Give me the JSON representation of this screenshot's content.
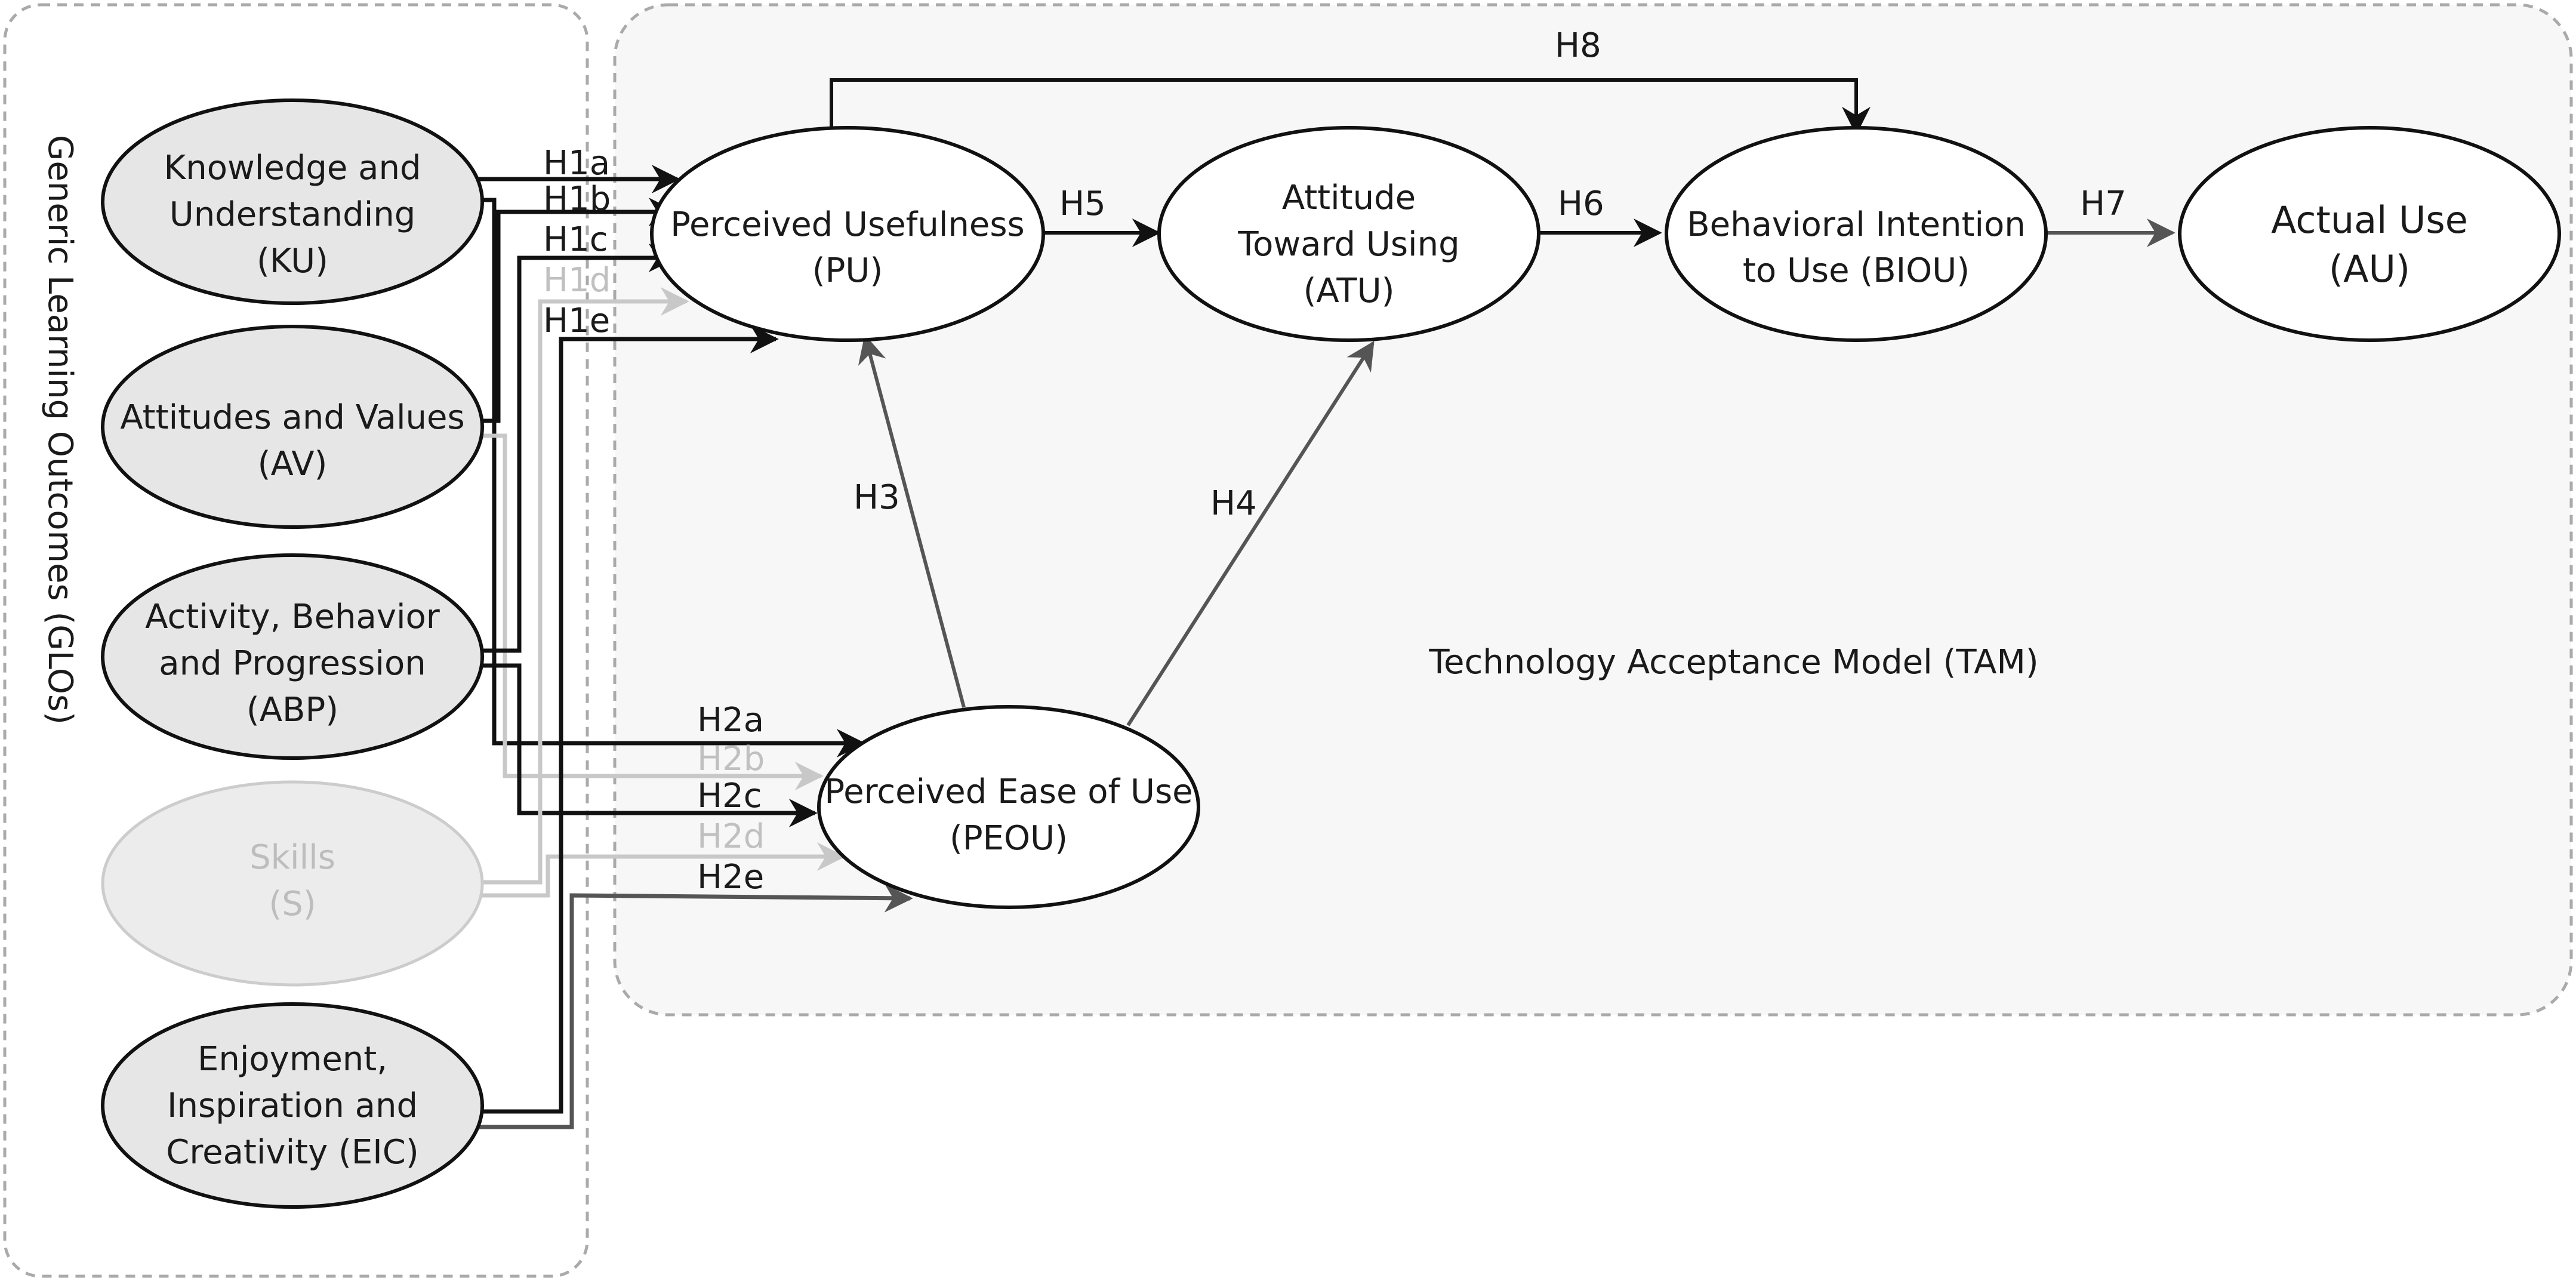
{
  "groups": {
    "glos_title": "Generic Learning Outcomes (GLOs)",
    "tam_title": "Technology Acceptance Model (TAM)"
  },
  "glo_nodes": {
    "ku": {
      "line1": "Knowledge and",
      "line2": "Understanding",
      "line3": "(KU)"
    },
    "av": {
      "line1": "Attitudes and Values",
      "line2": "(AV)"
    },
    "abp": {
      "line1": "Activity, Behavior",
      "line2": "and Progression",
      "line3": "(ABP)"
    },
    "s": {
      "line1": "Skills",
      "line2": "(S)"
    },
    "eic": {
      "line1": "Enjoyment,",
      "line2": "Inspiration and",
      "line3": "Creativity (EIC)"
    }
  },
  "tam_nodes": {
    "pu": {
      "line1": "Perceived Usefulness",
      "line2": "(PU)"
    },
    "atu": {
      "line1": "Attitude",
      "line2": "Toward Using",
      "line3": "(ATU)"
    },
    "biou": {
      "line1": "Behavioral Intention",
      "line2": "to Use (BIOU)"
    },
    "au": {
      "line1": "Actual Use",
      "line2": "(AU)"
    },
    "peou": {
      "line1": "Perceived Ease of Use",
      "line2": "(PEOU)"
    }
  },
  "hypotheses": {
    "h1a": "H1a",
    "h1b": "H1b",
    "h1c": "H1c",
    "h1d": "H1d",
    "h1e": "H1e",
    "h2a": "H2a",
    "h2b": "H2b",
    "h2c": "H2c",
    "h2d": "H2d",
    "h2e": "H2e",
    "h3": "H3",
    "h4": "H4",
    "h5": "H5",
    "h6": "H6",
    "h7": "H7",
    "h8": "H8"
  },
  "colors": {
    "node_fill_glo": "#e6e6e6",
    "node_fill_tam": "#ffffff",
    "panel_fill": "#f7f7f7",
    "dash_border": "#aaaaaa",
    "line_dark": "#111111",
    "line_gray": "#555555",
    "line_faded": "#c8c8c8"
  }
}
